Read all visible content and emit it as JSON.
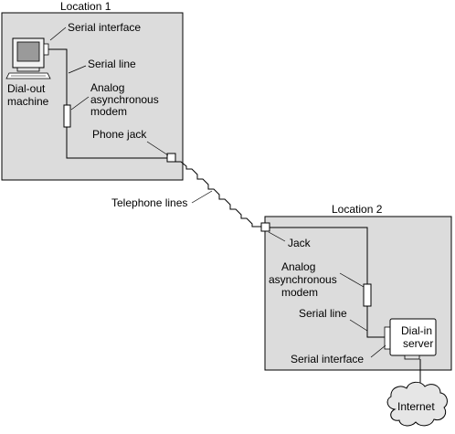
{
  "location1": {
    "title": "Location 1",
    "serial_interface": "Serial interface",
    "serial_line": "Serial line",
    "modem_line1": "Analog",
    "modem_line2": "asynchronous",
    "modem_line3": "modem",
    "phone_jack": "Phone jack",
    "machine_line1": "Dial-out",
    "machine_line2": "machine"
  },
  "telephone_lines": "Telephone lines",
  "location2": {
    "title": "Location 2",
    "jack": "Jack",
    "modem_line1": "Analog",
    "modem_line2": "asynchronous",
    "modem_line3": "modem",
    "serial_line": "Serial line",
    "serial_interface": "Serial interface",
    "server_line1": "Dial-in",
    "server_line2": "server"
  },
  "internet": "Internet"
}
